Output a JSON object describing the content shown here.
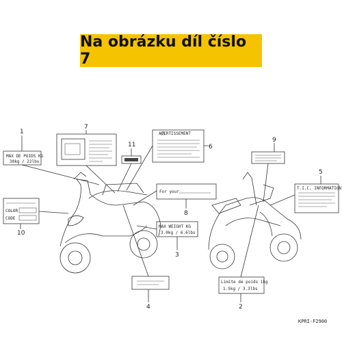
{
  "banner": {
    "title": "Na obrázku díl číslo 7"
  },
  "callouts": [
    "1",
    "2",
    "3",
    "4",
    "5",
    "6",
    "7",
    "8",
    "9",
    "10",
    "11"
  ],
  "labels": {
    "label1": {
      "line1": "MAX DE POIDS KG",
      "line2": "30kg  / 22lbs"
    },
    "label2": {
      "line1": "Limite de poids 1kg",
      "line2": "1.5kg  /  3.3lbs"
    },
    "label3": {
      "line1": "MAX WEIGHT KG",
      "line2": "3.0kg  /  6.6lbs"
    },
    "label6": {
      "line1": "AVERTISSEMENT"
    },
    "label8": {
      "line1": "For your"
    },
    "label10": {
      "line1": "COLOR",
      "line2": "CODE"
    },
    "label5": {
      "line1": "T.I.C. INFORMATION"
    }
  },
  "catalog_code": "KPRI-F2900"
}
